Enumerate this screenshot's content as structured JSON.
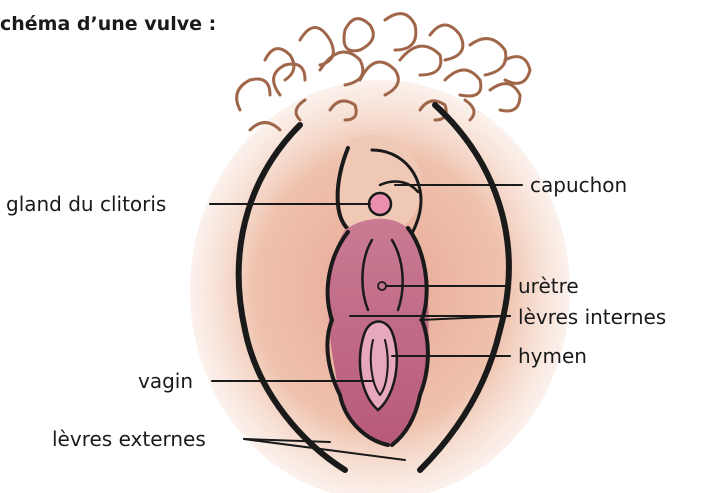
{
  "title": "chéma d’une vulve :",
  "labels": {
    "gland": "gland du clitoris",
    "capuchon": "capuchon",
    "uretre": "urètre",
    "levres_internes": "lèvres internes",
    "hymen": "hymen",
    "vagin": "vagin",
    "levres_externes": "lèvres externes"
  },
  "colors": {
    "skin": "#e8b8a0",
    "inner": "#c76b86",
    "inner_dark": "#a94c6c",
    "hair": "#b07a5a",
    "clitoris": "#e88aa8",
    "ink": "#1a1a1a"
  }
}
